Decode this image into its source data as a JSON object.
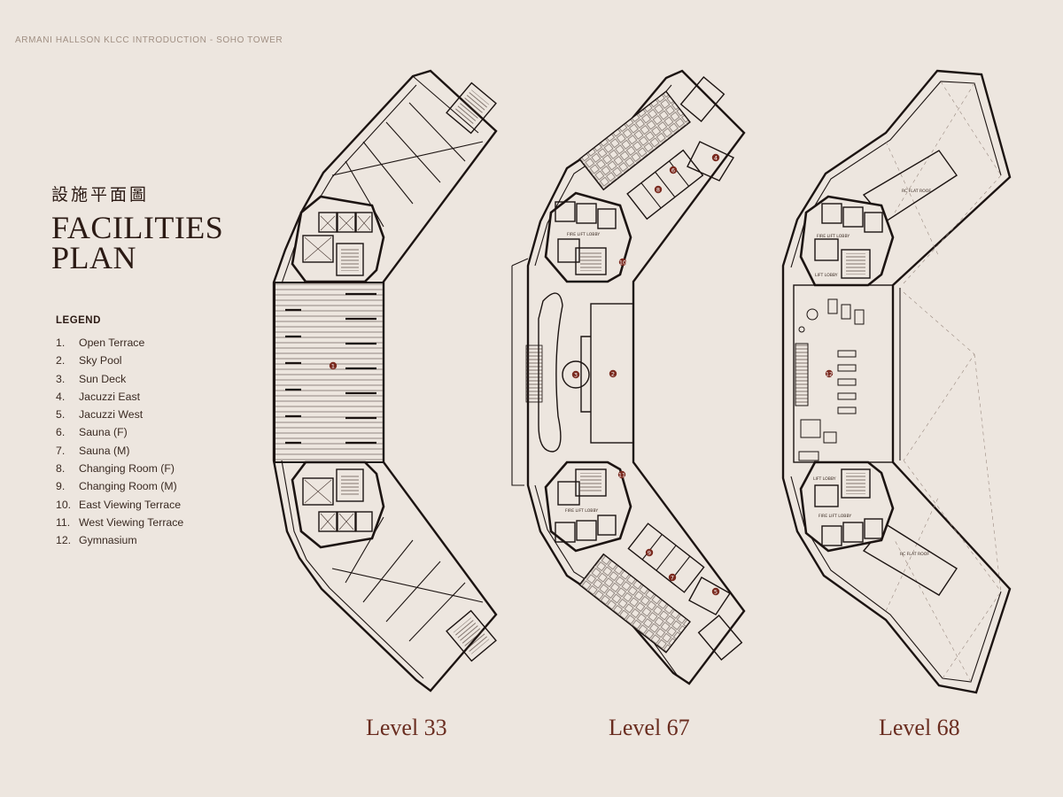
{
  "header": {
    "text": "ARMANI HALLSON KLCC INTRODUCTION - SOHO TOWER"
  },
  "title": {
    "chinese": "設施平面圖",
    "english": "FACILITIES PLAN"
  },
  "legend": {
    "title": "LEGEND",
    "items": [
      {
        "num": "1.",
        "label": "Open Terrace"
      },
      {
        "num": "2.",
        "label": "Sky Pool"
      },
      {
        "num": "3.",
        "label": "Sun Deck"
      },
      {
        "num": "4.",
        "label": "Jacuzzi East"
      },
      {
        "num": "5.",
        "label": "Jacuzzi West"
      },
      {
        "num": "6.",
        "label": "Sauna (F)"
      },
      {
        "num": "7.",
        "label": "Sauna (M)"
      },
      {
        "num": "8.",
        "label": "Changing Room (F)"
      },
      {
        "num": "9.",
        "label": "Changing Room (M)"
      },
      {
        "num": "10.",
        "label": "East Viewing Terrace"
      },
      {
        "num": "11.",
        "label": "West Viewing Terrace"
      },
      {
        "num": "12.",
        "label": "Gymnasium"
      }
    ]
  },
  "levels": {
    "level33": "Level 33",
    "level67": "Level 67",
    "level68": "Level 68"
  },
  "plan_labels": {
    "fire_lift_lobby": "FIRE LIFT LOBBY",
    "lift_lobby": "LIFT LOBBY",
    "rc_flat_roof": "RC FLAT ROOF"
  },
  "markers": {
    "m1": "1",
    "m2": "2",
    "m3": "3",
    "m4": "4",
    "m5": "5",
    "m6": "6",
    "m7": "7",
    "m8": "8",
    "m9": "9",
    "m10": "10",
    "m11": "11",
    "m12": "12"
  },
  "colors": {
    "background": "#ede6df",
    "accent": "#6a2d20",
    "marker": "#7a2a1f",
    "ink": "#1c1412"
  }
}
